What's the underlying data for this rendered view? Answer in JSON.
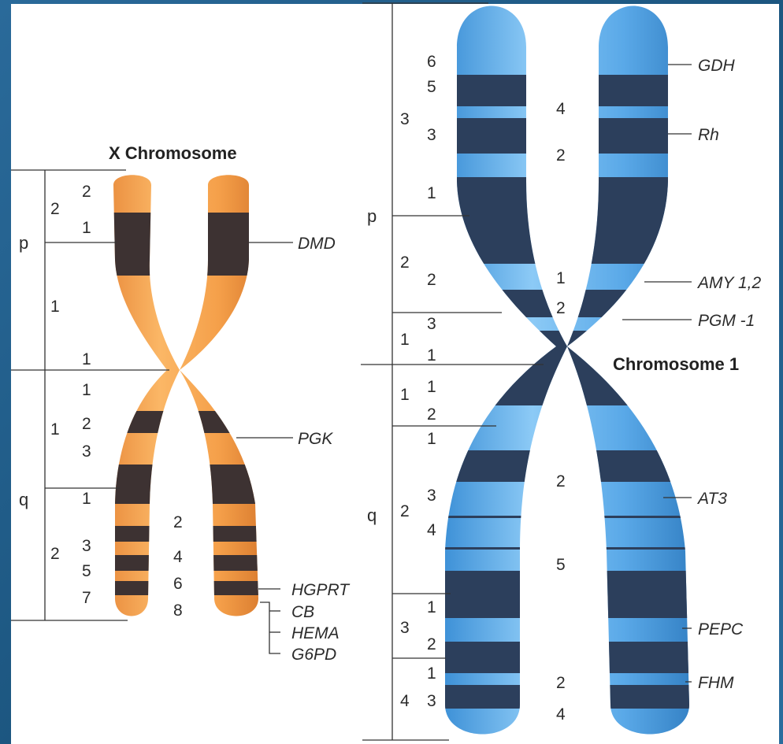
{
  "x_chromosome": {
    "title": "X Chromosome",
    "arms": {
      "p": "p",
      "q": "q"
    },
    "regions": [
      "2",
      "1",
      "1",
      "2"
    ],
    "bands": [
      "2",
      "1",
      "1",
      "1",
      "2",
      "3",
      "1",
      "3",
      "5",
      "7",
      "2",
      "4",
      "6",
      "8"
    ],
    "genes": [
      "DMD",
      "PGK",
      "HGPRT",
      "CB",
      "HEMA",
      "G6PD"
    ],
    "colors": {
      "light": "#f5a04a",
      "dark": "#3d3232"
    }
  },
  "chromosome_1": {
    "title": "Chromosome 1",
    "arms": {
      "p": "p",
      "q": "q"
    },
    "regions": [
      "3",
      "2",
      "1",
      "1",
      "2",
      "3",
      "4"
    ],
    "bands": [
      "6",
      "5",
      "3",
      "1",
      "2",
      "3",
      "1",
      "1",
      "2",
      "1",
      "3",
      "4",
      "1",
      "2",
      "1",
      "3",
      "4",
      "2",
      "1",
      "2",
      "2",
      "5",
      "2",
      "4"
    ],
    "genes": [
      "GDH",
      "Rh",
      "AMY 1,2",
      "PGM -1",
      "AT3",
      "PEPC",
      "FHM"
    ],
    "colors": {
      "light": "#5aa9e8",
      "dark": "#2c3f5c"
    }
  }
}
